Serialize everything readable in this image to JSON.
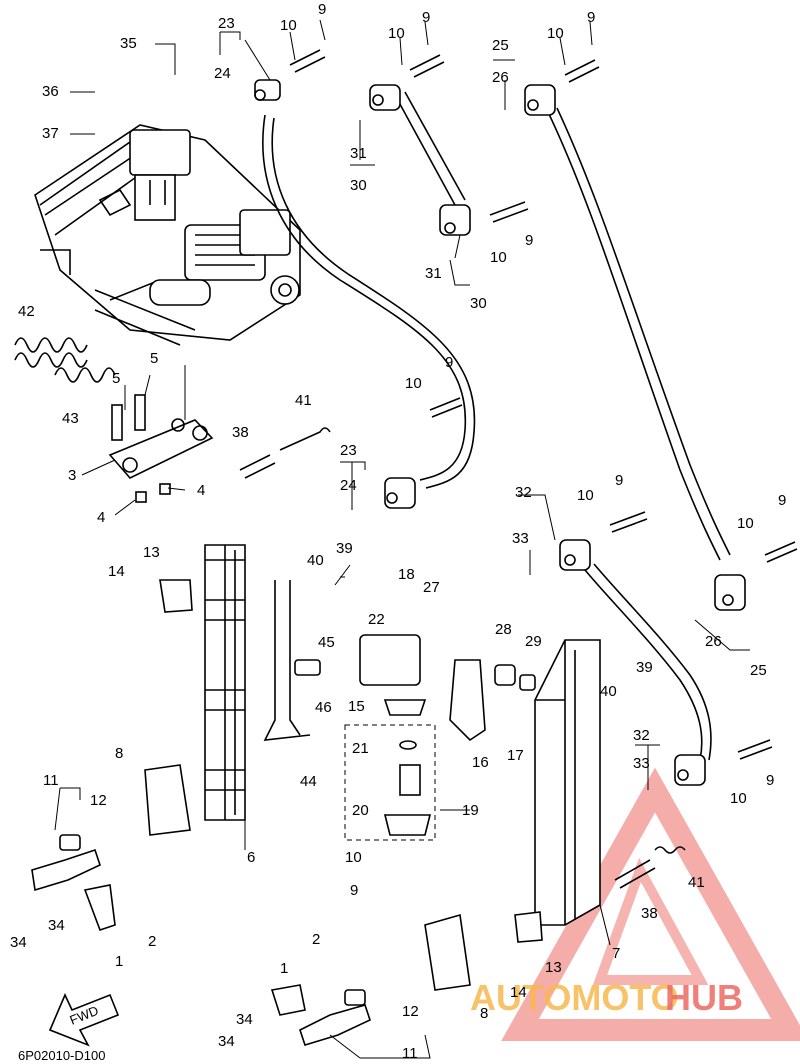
{
  "diagram": {
    "code": "6P02010-D100",
    "fwd_label": "FWD",
    "watermark": {
      "auto": "AUTOMOTO",
      "hub": "HUB"
    },
    "callouts": [
      {
        "id": "c23a",
        "text": "23"
      },
      {
        "id": "c24a",
        "text": "24"
      },
      {
        "id": "c10a",
        "text": "10"
      },
      {
        "id": "c9a",
        "text": "9"
      },
      {
        "id": "c10b",
        "text": "10"
      },
      {
        "id": "c9b",
        "text": "9"
      },
      {
        "id": "c25a",
        "text": "25"
      },
      {
        "id": "c26a",
        "text": "26"
      },
      {
        "id": "c10c",
        "text": "10"
      },
      {
        "id": "c9c",
        "text": "9"
      },
      {
        "id": "c35",
        "text": "35"
      },
      {
        "id": "c36",
        "text": "36"
      },
      {
        "id": "c37",
        "text": "37"
      },
      {
        "id": "c31a",
        "text": "31"
      },
      {
        "id": "c30a",
        "text": "30"
      },
      {
        "id": "c10d",
        "text": "10"
      },
      {
        "id": "c9d",
        "text": "9"
      },
      {
        "id": "c31b",
        "text": "31"
      },
      {
        "id": "c30b",
        "text": "30"
      },
      {
        "id": "c42",
        "text": "42"
      },
      {
        "id": "c43",
        "text": "43"
      },
      {
        "id": "c5a",
        "text": "5"
      },
      {
        "id": "c5b",
        "text": "5"
      },
      {
        "id": "c3",
        "text": "3"
      },
      {
        "id": "c4a",
        "text": "4"
      },
      {
        "id": "c4b",
        "text": "4"
      },
      {
        "id": "c9e",
        "text": "9"
      },
      {
        "id": "c10e",
        "text": "10"
      },
      {
        "id": "c41a",
        "text": "41"
      },
      {
        "id": "c38a",
        "text": "38"
      },
      {
        "id": "c23b",
        "text": "23"
      },
      {
        "id": "c24b",
        "text": "24"
      },
      {
        "id": "c32a",
        "text": "32"
      },
      {
        "id": "c10f",
        "text": "10"
      },
      {
        "id": "c9f",
        "text": "9"
      },
      {
        "id": "c33a",
        "text": "33"
      },
      {
        "id": "c9g",
        "text": "9"
      },
      {
        "id": "c10g",
        "text": "10"
      },
      {
        "id": "c13a",
        "text": "13"
      },
      {
        "id": "c14a",
        "text": "14"
      },
      {
        "id": "c40a",
        "text": "40"
      },
      {
        "id": "c39a",
        "text": "39"
      },
      {
        "id": "c18",
        "text": "18"
      },
      {
        "id": "c27",
        "text": "27"
      },
      {
        "id": "c45",
        "text": "45"
      },
      {
        "id": "c22",
        "text": "22"
      },
      {
        "id": "c28",
        "text": "28"
      },
      {
        "id": "c29",
        "text": "29"
      },
      {
        "id": "c26b",
        "text": "26"
      },
      {
        "id": "c25b",
        "text": "25"
      },
      {
        "id": "c46",
        "text": "46"
      },
      {
        "id": "c15",
        "text": "15"
      },
      {
        "id": "c16",
        "text": "16"
      },
      {
        "id": "c17",
        "text": "17"
      },
      {
        "id": "c40b",
        "text": "40"
      },
      {
        "id": "c39b",
        "text": "39"
      },
      {
        "id": "c32b",
        "text": "32"
      },
      {
        "id": "c33b",
        "text": "33"
      },
      {
        "id": "c9h",
        "text": "9"
      },
      {
        "id": "c10h",
        "text": "10"
      },
      {
        "id": "c21",
        "text": "21"
      },
      {
        "id": "c44",
        "text": "44"
      },
      {
        "id": "c8a",
        "text": "8"
      },
      {
        "id": "c11a",
        "text": "11"
      },
      {
        "id": "c12a",
        "text": "12"
      },
      {
        "id": "c20",
        "text": "20"
      },
      {
        "id": "c19",
        "text": "19"
      },
      {
        "id": "c6",
        "text": "6"
      },
      {
        "id": "c10i",
        "text": "10"
      },
      {
        "id": "c9i",
        "text": "9"
      },
      {
        "id": "c41b",
        "text": "41"
      },
      {
        "id": "c38b",
        "text": "38"
      },
      {
        "id": "c34a",
        "text": "34"
      },
      {
        "id": "c34b",
        "text": "34"
      },
      {
        "id": "c2a",
        "text": "2"
      },
      {
        "id": "c1a",
        "text": "1"
      },
      {
        "id": "c7",
        "text": "7"
      },
      {
        "id": "c13b",
        "text": "13"
      },
      {
        "id": "c14b",
        "text": "14"
      },
      {
        "id": "c1b",
        "text": "1"
      },
      {
        "id": "c2b",
        "text": "2"
      },
      {
        "id": "c8b",
        "text": "8"
      },
      {
        "id": "c12b",
        "text": "12"
      },
      {
        "id": "c34c",
        "text": "34"
      },
      {
        "id": "c34d",
        "text": "34"
      },
      {
        "id": "c11b",
        "text": "11"
      }
    ]
  }
}
